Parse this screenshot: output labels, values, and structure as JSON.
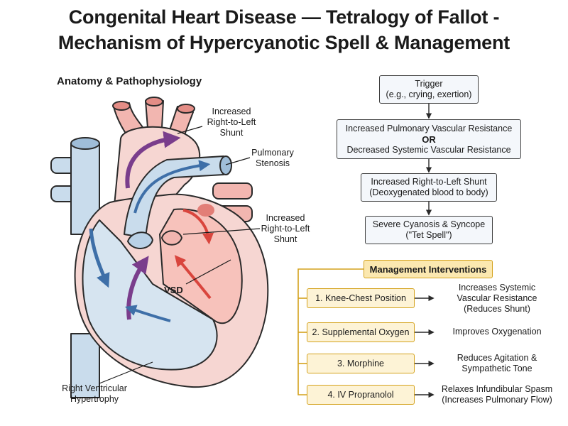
{
  "title": {
    "line1": "Congenital Heart Disease — Tetralogy of Fallot -",
    "line2": "Mechanism of Hypercyanotic Spell & Management"
  },
  "anatomy": {
    "section_title": "Anatomy & Pathophysiology",
    "labels": {
      "shunt_top": [
        "Increased",
        "Right-to-Left",
        "Shunt"
      ],
      "pulmonary_stenosis": [
        "Pulmonary",
        "Stenosis"
      ],
      "shunt_mid": [
        "Increased",
        "Right-to-Left",
        "Shunt"
      ],
      "vsd": "VSD",
      "rvh": [
        "Right Ventricular",
        "Hypertrophy"
      ]
    }
  },
  "flowchart": {
    "trigger": [
      "Trigger",
      "(e.g., crying, exertion)"
    ],
    "resistance": {
      "line1": "Increased Pulmonary Vascular Resistance",
      "or": "OR",
      "line2": "Decreased Systemic Vascular Resistance"
    },
    "shunt": [
      "Increased Right-to-Left Shunt",
      "(Deoxygenated blood to body)"
    ],
    "cyanosis": [
      "Severe Cyanosis & Syncope",
      "(\"Tet Spell\")"
    ]
  },
  "management": {
    "title": "Management Interventions",
    "items": [
      {
        "label": "1. Knee-Chest Position",
        "effect": [
          "Increases Systemic",
          "Vascular Resistance",
          "(Reduces Shunt)"
        ]
      },
      {
        "label": "2. Supplemental Oxygen",
        "effect": [
          "Improves Oxygenation"
        ]
      },
      {
        "label": "3. Morphine",
        "effect": [
          "Reduces Agitation &",
          "Sympathetic Tone"
        ]
      },
      {
        "label": "4. IV Propranolol",
        "effect": [
          "Relaxes Infundibular Spasm",
          "(Increases Pulmonary Flow)"
        ]
      }
    ]
  },
  "colors": {
    "accent_gold": "#d4a21c",
    "deoxy_blue": "#3e6fa8",
    "oxy_red": "#d9453d",
    "mixed_purple": "#7a3d8c",
    "heart_pink": "#f6d6d2",
    "vessel_blue": "#c9dcec"
  }
}
